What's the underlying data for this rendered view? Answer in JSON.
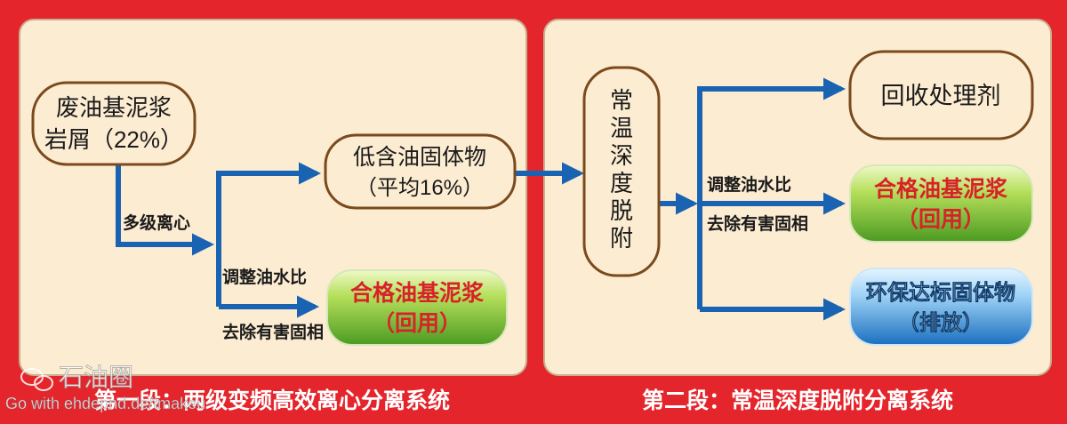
{
  "stages": [
    {
      "title": "第一段：两级变频高效离心分离系统"
    },
    {
      "title": "第二段：常温深度脱附分离系统"
    }
  ],
  "nodes": {
    "waste_mud": {
      "lines": [
        "废油基泥浆",
        "岩屑（22%）"
      ]
    },
    "low_oil_solids": {
      "lines": [
        "低含油固体物",
        "（平均16%）"
      ]
    },
    "qualified_mud_1": {
      "lines": [
        "合格油基泥浆",
        "（回用）"
      ]
    },
    "desorption": {
      "lines": [
        "常",
        "温",
        "深",
        "度",
        "脱",
        "附"
      ]
    },
    "recovered_agent": {
      "lines": [
        "回收处理剂"
      ]
    },
    "qualified_mud_2": {
      "lines": [
        "合格油基泥浆",
        "（回用）"
      ]
    },
    "env_solids": {
      "lines": [
        "环保达标固体物",
        "（排放）"
      ]
    }
  },
  "edge_labels": {
    "multi_stage": "多级离心",
    "adjust_1": "调整油水比",
    "remove_1": "去除有害固相",
    "adjust_2": "调整油水比",
    "remove_2": "去除有害固相"
  },
  "watermark": {
    "name": "石油圈",
    "url": "Go with ehdepnd.de/tmakeu"
  },
  "colors": {
    "frame_red": "#e4252c",
    "panel_fill": "#fcecd2",
    "arrow_blue": "#1a63b3",
    "node_border": "#7a4a1c",
    "green_top": "#b5df5a",
    "green_bottom": "#4c9b22",
    "blue_top": "#9fd3f6",
    "blue_bottom": "#1a6fc0",
    "red_text": "#d8222a"
  }
}
